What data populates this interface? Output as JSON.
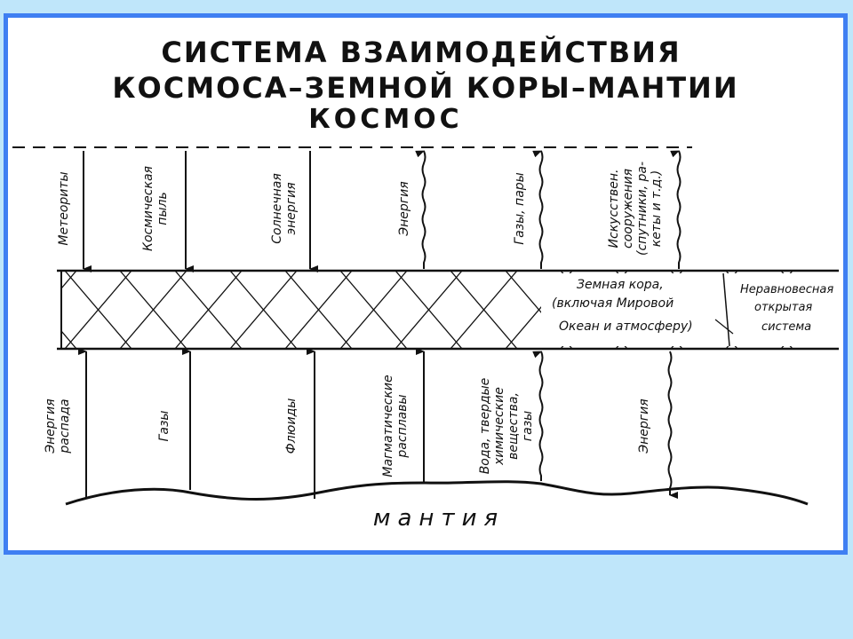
{
  "title": {
    "line1": "СИСТЕМА ВЗАИМОДЕЙСТВИЯ",
    "line2": "КОСМОСА–ЗЕМНОЙ КОРЫ–МАНТИИ"
  },
  "cosmos_label": "КОСМОС",
  "mantle_label": "мантия",
  "crust": {
    "label_lines": [
      "Земная кора,",
      "(включая Мировой",
      "Океан и атмосферу)"
    ],
    "open_system_lines": [
      "Неравновесная",
      "открытая",
      "система"
    ]
  },
  "upper_flows": [
    {
      "lines": [
        "Метеориты"
      ],
      "direction": "down"
    },
    {
      "lines": [
        "Космическая",
        "пыль"
      ],
      "direction": "down"
    },
    {
      "lines": [
        "Солнечная",
        "энергия"
      ],
      "direction": "down"
    },
    {
      "lines": [
        "Энергия"
      ],
      "direction": "up"
    },
    {
      "lines": [
        "Газы, пары"
      ],
      "direction": "up"
    },
    {
      "lines": [
        "Искусствен.",
        "сооружения",
        "(спутники, ра-",
        "кеты и т.д.)"
      ],
      "direction": "up"
    }
  ],
  "lower_flows": [
    {
      "lines": [
        "Энергия",
        "распада"
      ],
      "direction": "up"
    },
    {
      "lines": [
        "Газы"
      ],
      "direction": "up"
    },
    {
      "lines": [
        "Флюиды"
      ],
      "direction": "up"
    },
    {
      "lines": [
        "Магматические",
        "расплавы"
      ],
      "direction": "up"
    },
    {
      "lines": [
        "Вода, твердые",
        "химические",
        "вещества,",
        "газы"
      ],
      "direction": "up"
    },
    {
      "lines": [
        "Энергия"
      ],
      "direction": "down"
    }
  ],
  "colors": {
    "page_background": "#bfe6fa",
    "frame_border": "#3f7ff2",
    "ink": "#111111"
  }
}
